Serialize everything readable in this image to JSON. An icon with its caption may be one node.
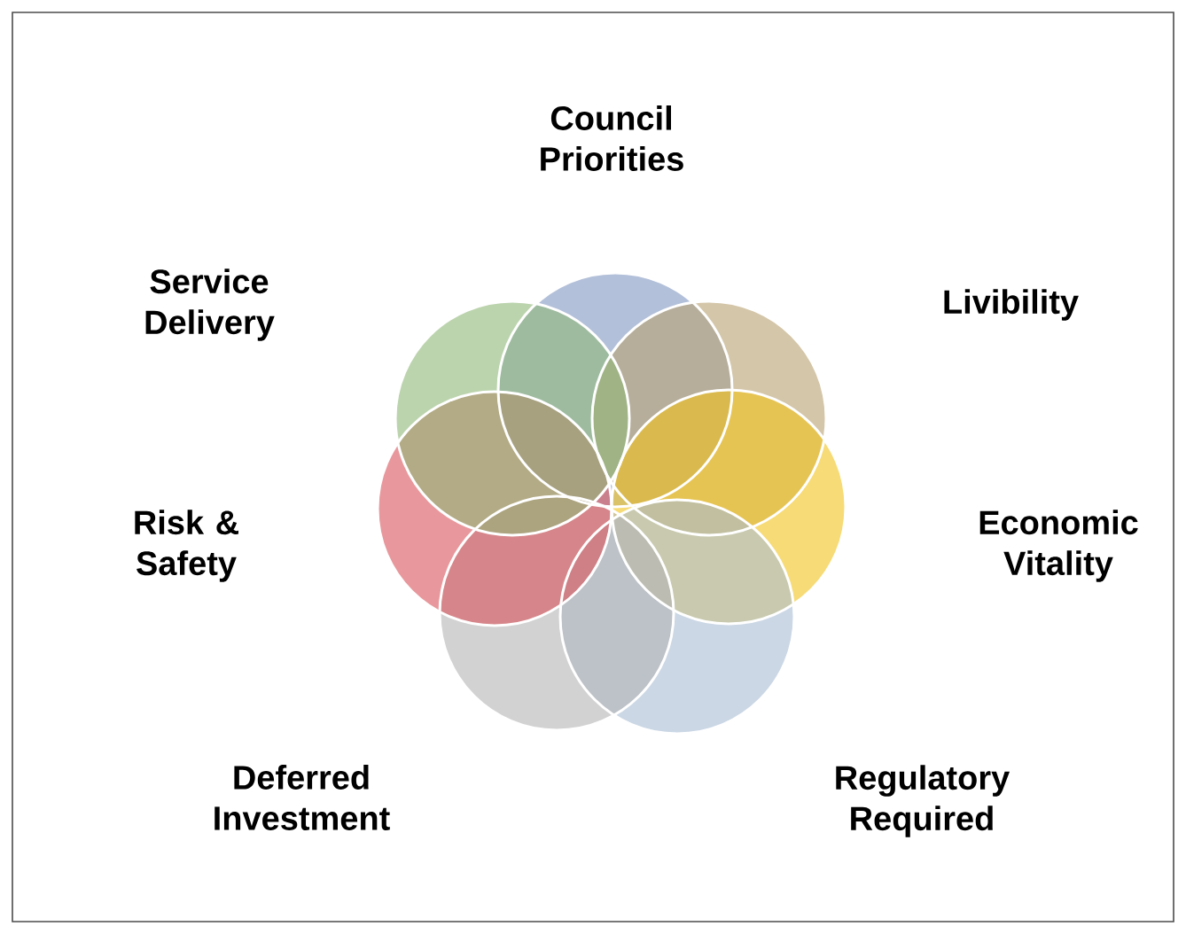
{
  "diagram": {
    "labels": [
      "Council Priorities",
      "Service Delivery",
      "Livibility",
      "Risk & Safety",
      "Economic Vitality",
      "Deferred Investment",
      "Regulatory Required"
    ]
  }
}
